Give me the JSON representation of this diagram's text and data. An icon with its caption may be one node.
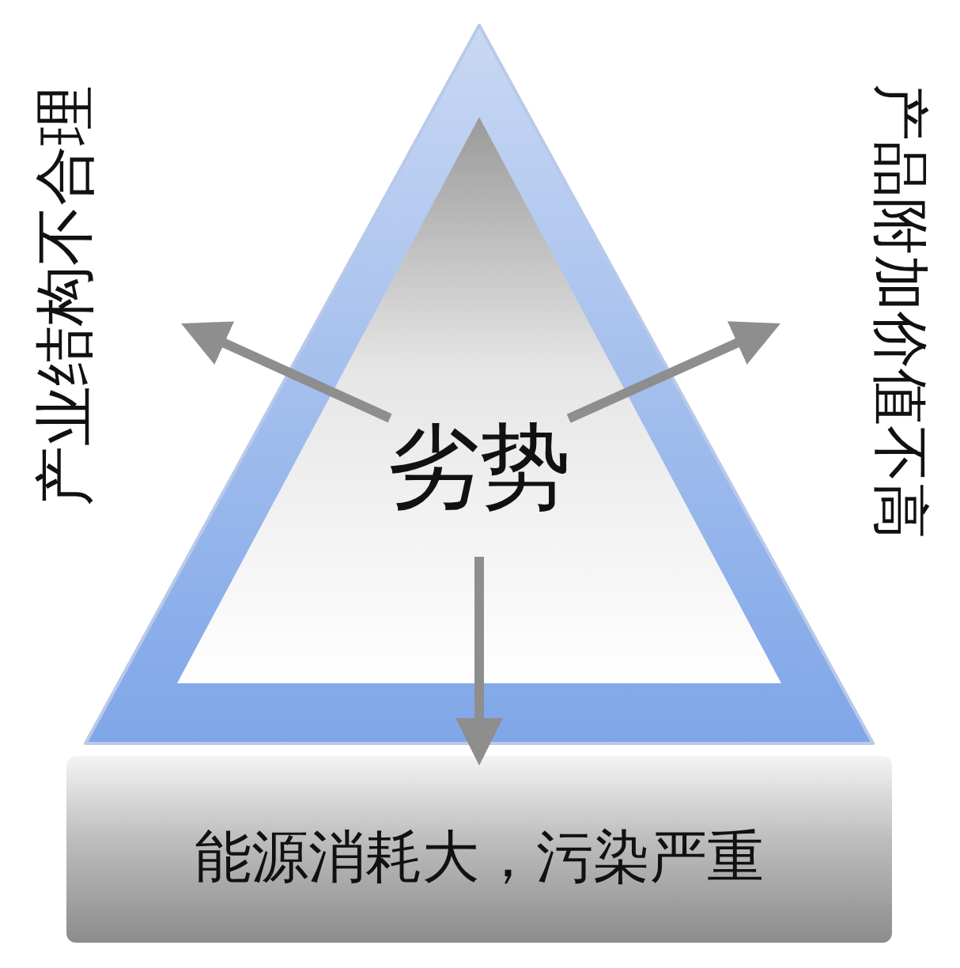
{
  "diagram": {
    "nodes": [
      {
        "text": [
          "劣势"
        ]
      },
      {
        "text": [
          "产业结构不合理"
        ]
      },
      {
        "text": [
          "产品附加价值不高"
        ]
      },
      {
        "text": [
          "能源消耗大，污染严重"
        ]
      }
    ],
    "edges": [
      {
        "from": 0,
        "to": 1,
        "arrow": "to"
      },
      {
        "from": 0,
        "to": 2,
        "arrow": "to"
      },
      {
        "from": 0,
        "to": 3,
        "arrow": "to"
      }
    ]
  }
}
